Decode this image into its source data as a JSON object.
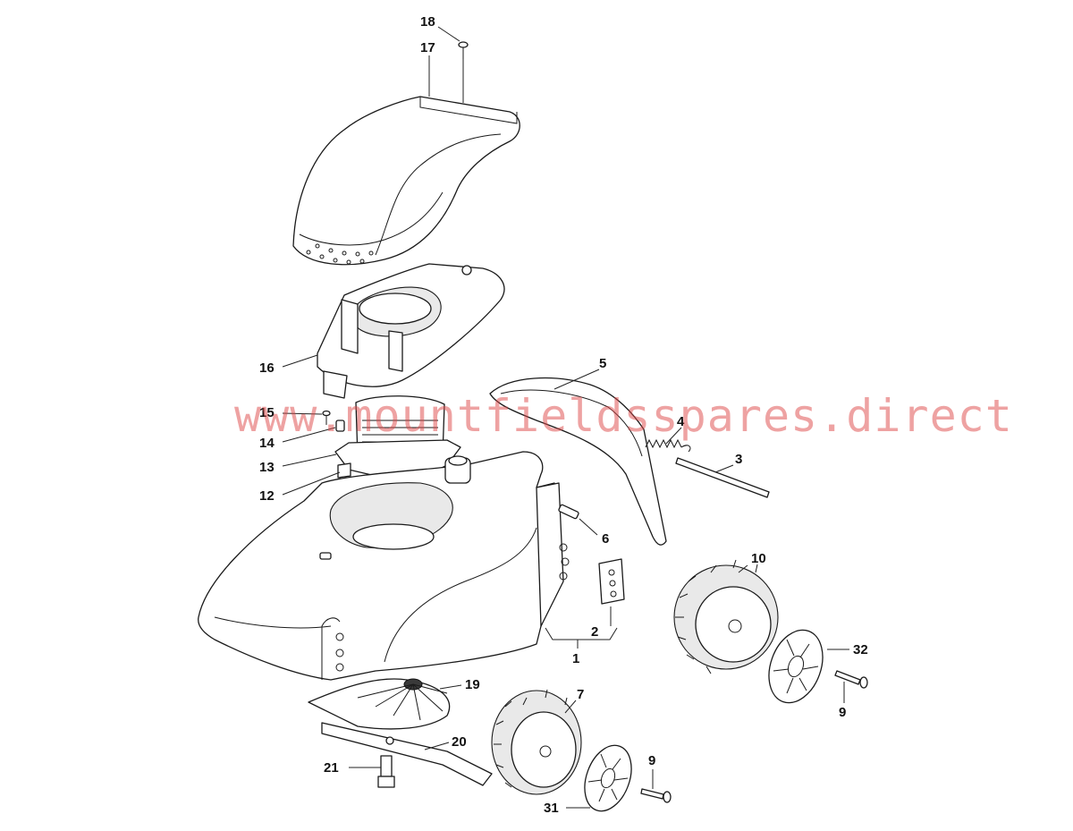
{
  "watermark": "www.mountfieldsspares.direct",
  "callouts": [
    {
      "id": "1",
      "label": "1"
    },
    {
      "id": "2",
      "label": "2"
    },
    {
      "id": "3",
      "label": "3"
    },
    {
      "id": "4",
      "label": "4"
    },
    {
      "id": "5",
      "label": "5"
    },
    {
      "id": "6",
      "label": "6"
    },
    {
      "id": "7",
      "label": "7"
    },
    {
      "id": "9a",
      "label": "9"
    },
    {
      "id": "9b",
      "label": "9"
    },
    {
      "id": "10",
      "label": "10"
    },
    {
      "id": "12",
      "label": "12"
    },
    {
      "id": "13",
      "label": "13"
    },
    {
      "id": "14",
      "label": "14"
    },
    {
      "id": "15",
      "label": "15"
    },
    {
      "id": "16",
      "label": "16"
    },
    {
      "id": "17",
      "label": "17"
    },
    {
      "id": "18",
      "label": "18"
    },
    {
      "id": "19",
      "label": "19"
    },
    {
      "id": "20",
      "label": "20"
    },
    {
      "id": "21",
      "label": "21"
    },
    {
      "id": "31",
      "label": "31"
    },
    {
      "id": "32",
      "label": "32"
    }
  ]
}
